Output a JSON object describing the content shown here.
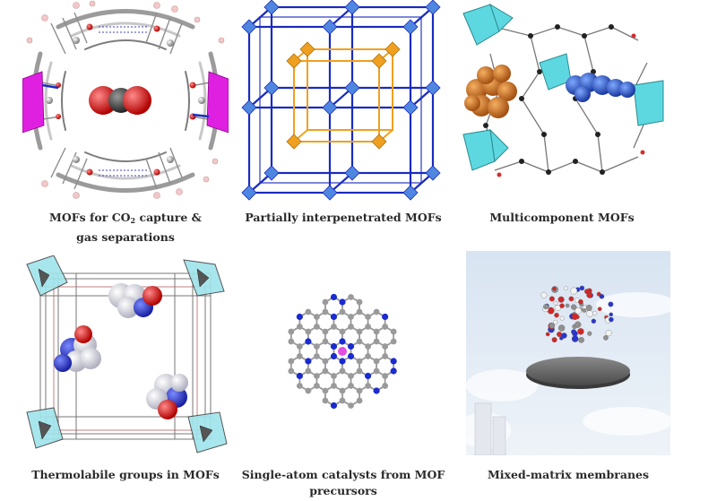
{
  "panels": [
    {
      "id": "co2",
      "caption_pre": "MOFs for CO",
      "caption_sub": "2",
      "caption_post": " capture &",
      "caption_line2": "gas separations"
    },
    {
      "id": "interpenetrated",
      "caption": "Partially interpenetrated MOFs"
    },
    {
      "id": "multicomponent",
      "caption": "Multicomponent MOFs"
    },
    {
      "id": "thermolabile",
      "caption": "Thermolabile groups in MOFs"
    },
    {
      "id": "single-atom",
      "caption": "Single-atom catalysts from MOF",
      "caption_line2": "precursors"
    },
    {
      "id": "membranes",
      "caption": "Mixed-matrix membranes"
    }
  ],
  "colors": {
    "caption": "#2a2a2a",
    "framework_blue": "#1a2bbf",
    "node_blue": "#4f86e0",
    "interpenetrating_orange": "#f0a020",
    "magenta_node": "#e020e0",
    "cyan_polyhedra": "#5ed8e0",
    "sac_center": "#e050e0"
  }
}
